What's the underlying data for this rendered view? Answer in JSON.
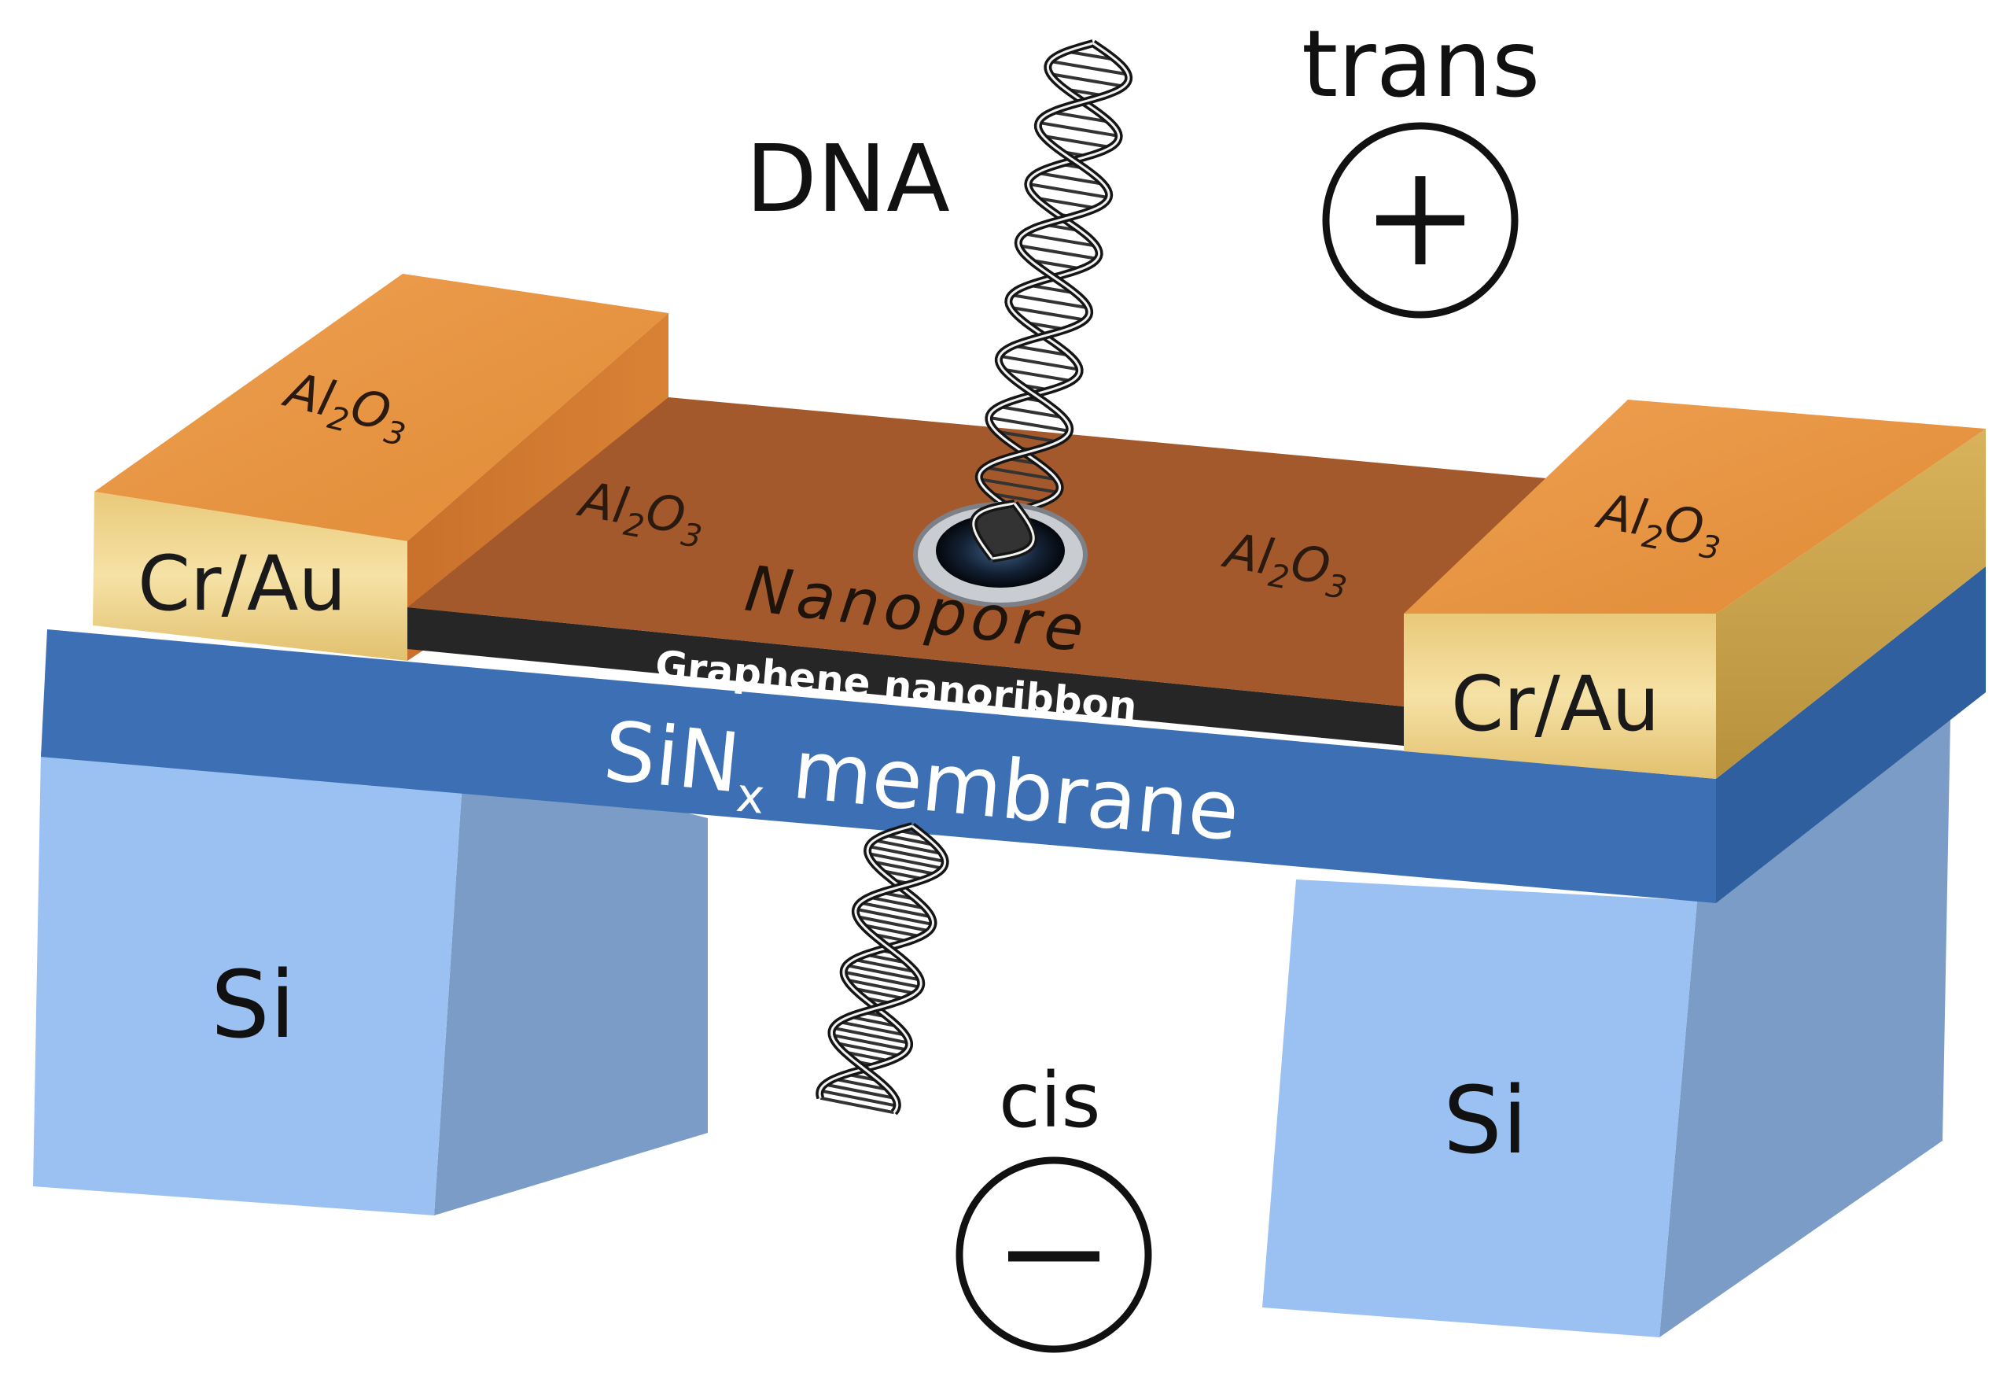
{
  "labels": {
    "dna": "DNA",
    "trans": "trans",
    "cis": "cis",
    "contact_left": "Cr/Au",
    "contact_right": "Cr/Au",
    "oxide_base": "Al",
    "oxide_sub1": "2",
    "oxide_mid": "O",
    "oxide_sub2": "3",
    "nanopore": "Nanopore",
    "graphene": "Graphene nanoribbon",
    "membrane_base": "SiN",
    "membrane_sub": "x",
    "membrane_rest": " membrane",
    "si_left": "Si",
    "si_right": "Si"
  },
  "icons": {
    "trans_electrode": "plus-circle-icon",
    "cis_electrode": "minus-circle-icon"
  },
  "colors": {
    "si_front": "#9bc1f2",
    "si_side": "#7a9cc6",
    "sin_front": "#3c6fb3",
    "sin_top": "#4a7fc3",
    "gold": "#f2d88c",
    "oxide_top": "#e8943f",
    "oxide_center": "#a3592c",
    "graphene": "#262626"
  }
}
